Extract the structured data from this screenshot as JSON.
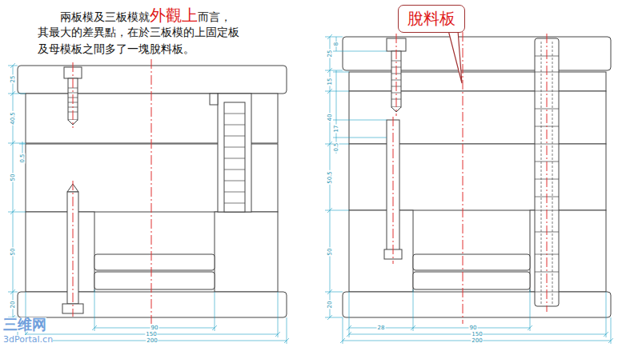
{
  "diagram": {
    "nodes": [
      {
        "text": [
          "脫料板"
        ]
      }
    ],
    "labels": [
      "兩板模及三板模就",
      "外觀上",
      "而言，",
      "其最大的差異點，在於三板模的上固定板",
      "及母模板之間多了一塊脫料板。",
      "25",
      "40.5",
      "0.5",
      "50",
      "50",
      "20",
      "90",
      "150",
      "200",
      "25",
      "8",
      "15",
      "40",
      "17",
      "0.5",
      "50.5",
      "50",
      "20",
      "28",
      "90",
      "150",
      "200",
      "三维网",
      "3dPortal.cn"
    ]
  }
}
